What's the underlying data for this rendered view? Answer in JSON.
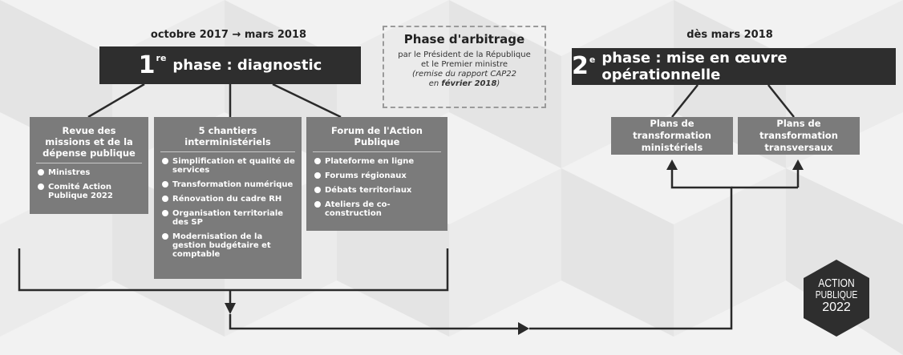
{
  "phase1": {
    "date": "octobre 2017 → mars 2018",
    "number": "1",
    "ordinal": "re",
    "title": "phase : diagnostic",
    "panels": [
      {
        "title": "Revue des missions et de la dépense publique",
        "items": [
          "Ministres",
          "Comité Action Publique 2022"
        ]
      },
      {
        "title": "5 chantiers interministériels",
        "items": [
          "Simplification et qualité de services",
          "Transformation numérique",
          "Rénovation du cadre RH",
          "Organisation territoriale des SP",
          "Modernisation de la gestion budgétaire et comptable"
        ]
      },
      {
        "title": "Forum de l'Action Publique",
        "items": [
          "Plateforme en ligne",
          "Forums régionaux",
          "Débats territoriaux",
          "Ateliers de co-construction"
        ]
      }
    ]
  },
  "arbitrage": {
    "title": "Phase d'arbitrage",
    "line1": "par le Président de la République",
    "line2": "et le Premier ministre",
    "note1": "(remise du rapport CAP22",
    "note2_pre": "en ",
    "note2_bold": "février 2018",
    "note2_post": ")"
  },
  "phase2": {
    "date": "dès mars 2018",
    "number": "2",
    "ordinal": "e",
    "title": "phase : mise en œuvre opérationnelle",
    "boxes": [
      "Plans de transformation ministériels",
      "Plans de transformation transversaux"
    ]
  },
  "logo": {
    "line1": "ACTION",
    "line2": "PUBLIQUE",
    "line3": "2022"
  },
  "colors": {
    "banner": "#2e2e2e",
    "panel": "#7b7b7b",
    "connector": "#2a2a2a",
    "logo": "#2e2e2e"
  }
}
